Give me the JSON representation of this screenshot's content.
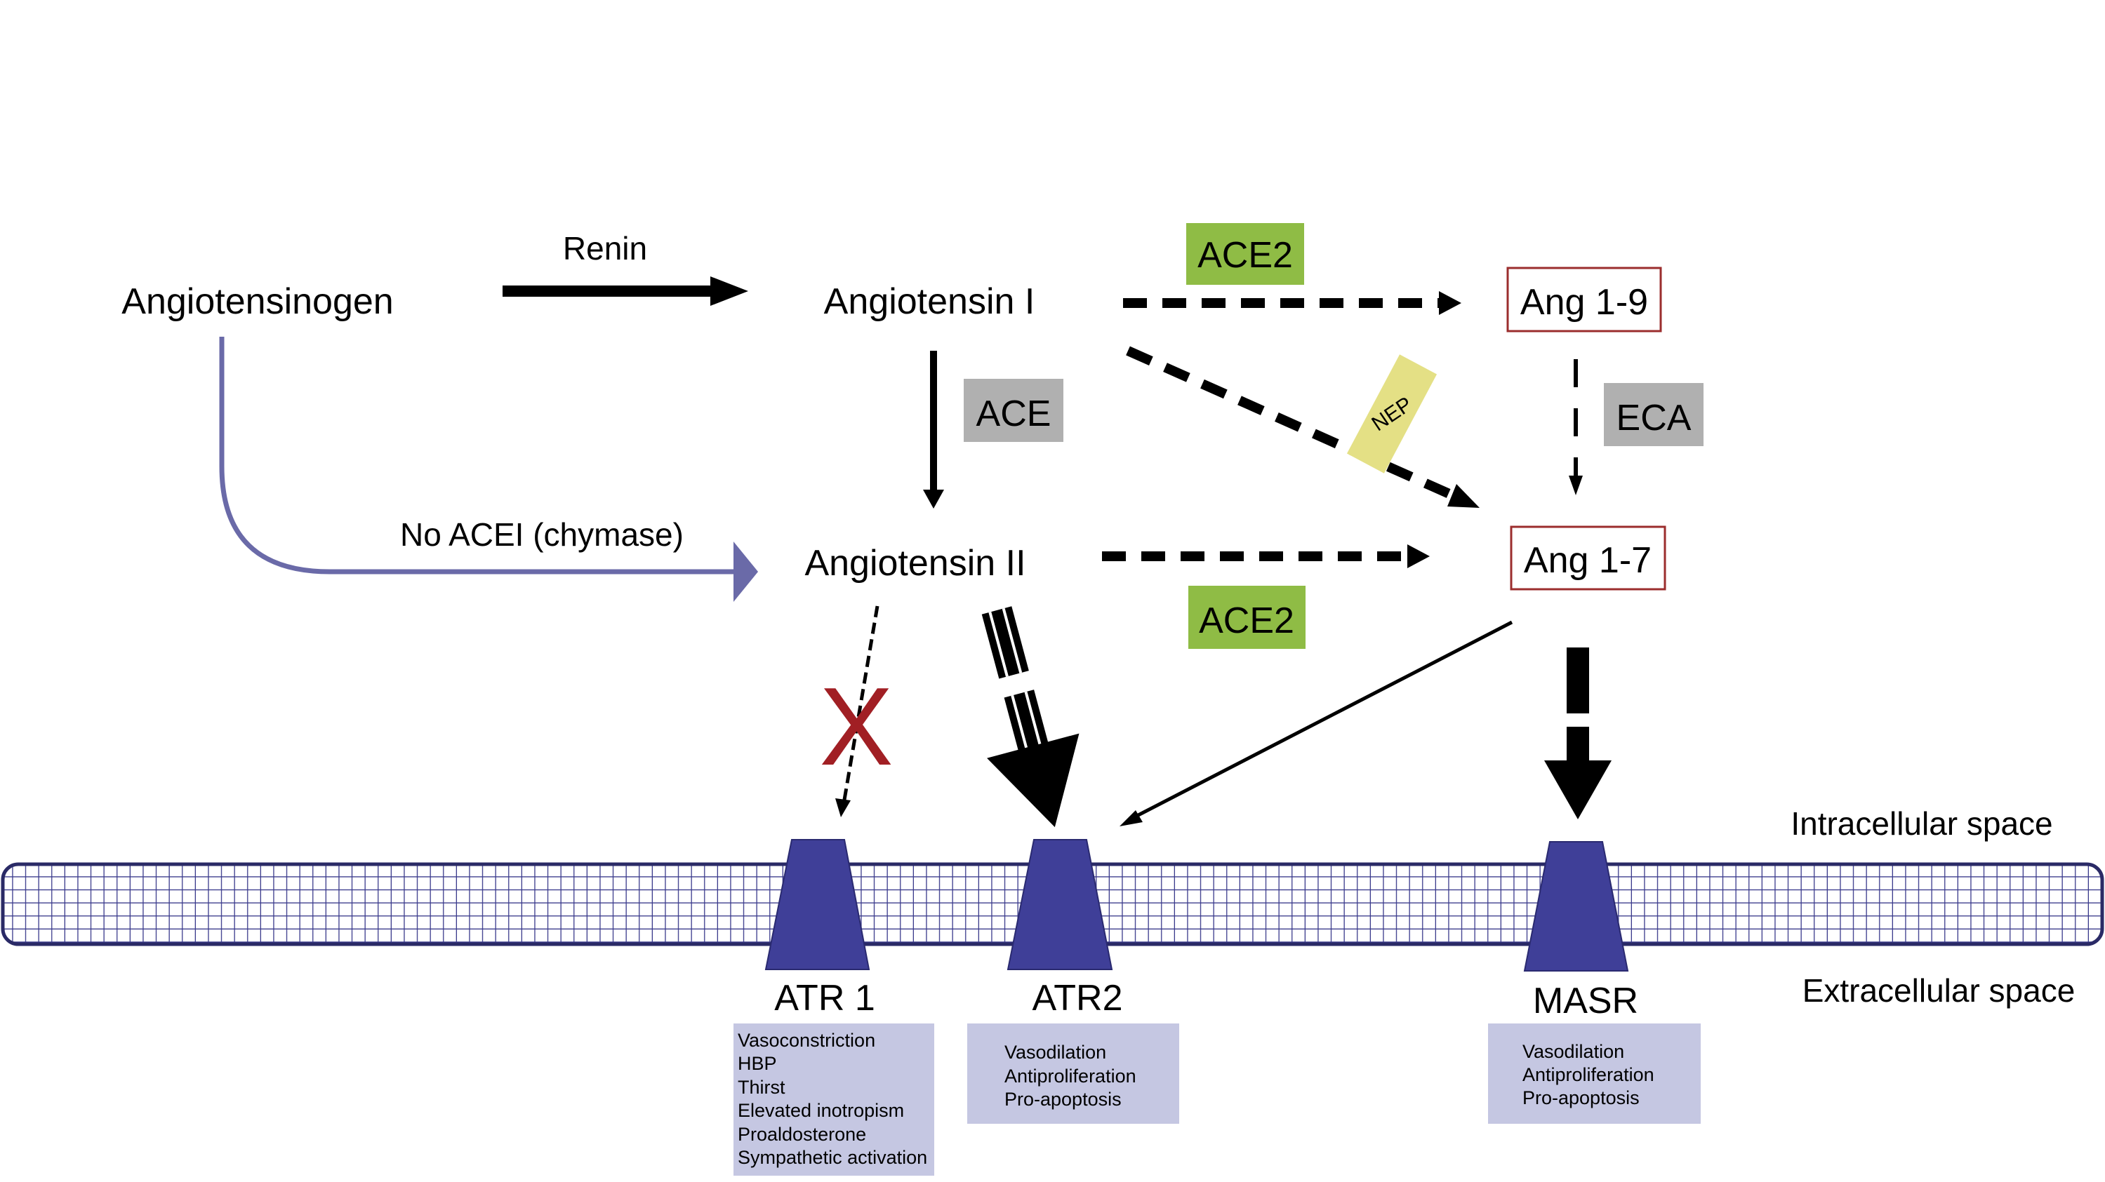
{
  "title": "Renin-angiotensin system pathways and receptors",
  "nodes": {
    "angiotensinogen": "Angiotensinogen",
    "angiotensin_i": "Angiotensin I",
    "angiotensin_ii": "Angiotensin II",
    "ang_1_9": "Ang 1-9",
    "ang_1_7": "Ang 1-7"
  },
  "enzymes": {
    "renin": "Renin",
    "ace2_top": "ACE2",
    "ace": "ACE",
    "nep": "NEP",
    "eca": "ECA",
    "ace2_bottom": "ACE2",
    "chymase": "No ACEI (chymase)"
  },
  "compartments": {
    "intracellular": "Intracellular space",
    "extracellular": "Extracellular space"
  },
  "blocked_mark": "X",
  "receptors": [
    {
      "name": "ATR 1",
      "effects": [
        "Vasoconstriction",
        "HBP",
        "Thirst",
        "Elevated inotropism",
        "Proaldosterone",
        "Sympathetic activation"
      ]
    },
    {
      "name": "ATR2",
      "effects": [
        "Vasodilation",
        "Antiproliferation",
        "Pro-apoptosis"
      ]
    },
    {
      "name": "MASR",
      "effects": [
        "Vasodilation",
        "Antiproliferation",
        "Pro-apoptosis"
      ]
    }
  ],
  "colors": {
    "ace2_green": "#8fbc45",
    "ace_gray": "#b0b0b0",
    "nep_yellow": "#e4e085",
    "receptor_blue": "#3f3f98",
    "membrane_grid": "#3a3a8c",
    "effects_box": "#c5c7e2",
    "chymase_path": "#6a6aa8",
    "node_box_border": "#9b2d2d",
    "blocked_red": "#a11f24"
  }
}
